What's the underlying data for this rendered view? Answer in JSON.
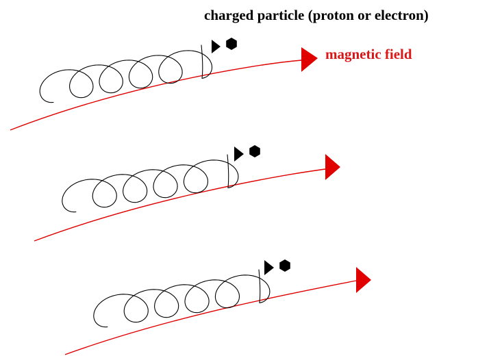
{
  "labels": {
    "particle": "charged particle (proton or electron)",
    "field": "magnetic field"
  },
  "colors": {
    "field": "#e00000",
    "field_label": "#d81818",
    "helix": "#000000",
    "particle": "#000000",
    "background": "#ffffff"
  },
  "icons": {
    "particle": "filled-hexagon-dot",
    "motion_arrow": "filled-triangle-arrowhead",
    "field_arrow": "filled-triangle-arrowhead"
  },
  "diagram": {
    "figures": [
      {
        "name": "figure-1",
        "field": "magnetic field line",
        "helix_turns": 5
      },
      {
        "name": "figure-2",
        "field": "magnetic field line",
        "helix_turns": 5
      },
      {
        "name": "figure-3",
        "field": "magnetic field line",
        "helix_turns": 5
      }
    ]
  }
}
